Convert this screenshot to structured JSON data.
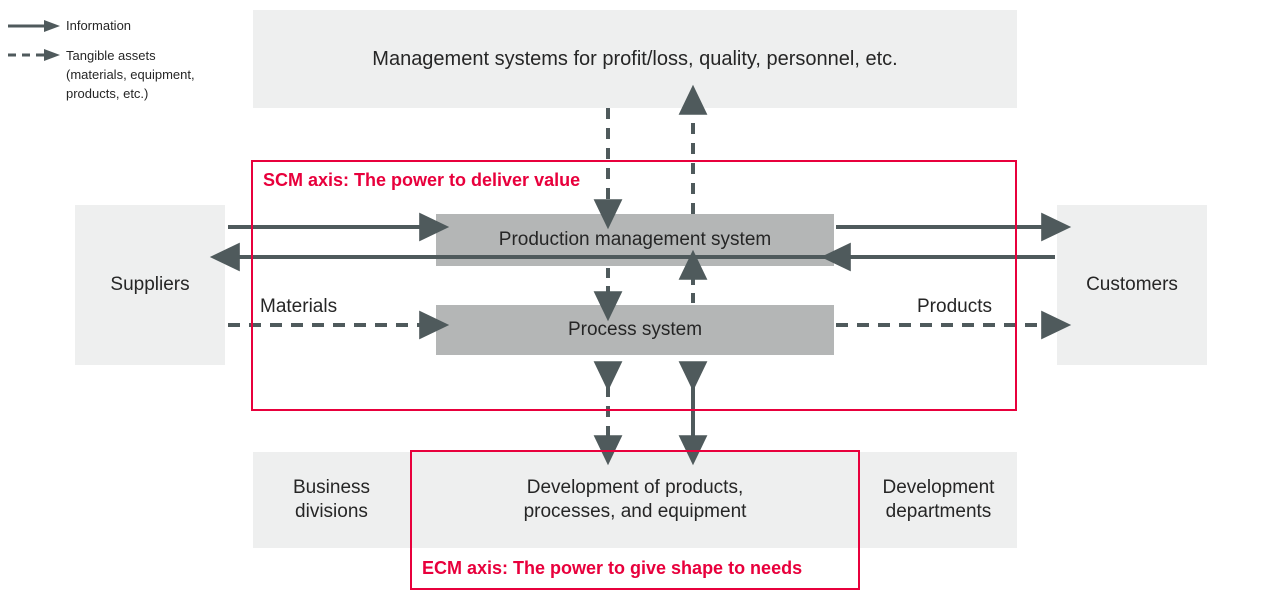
{
  "legend": {
    "items": [
      {
        "icon": "solid-arrow-icon",
        "label": "Information"
      },
      {
        "icon": "dashed-arrow-icon",
        "label": "Tangible assets",
        "label_line2": "(materials, equipment,",
        "label_line3": " products, etc.)"
      }
    ]
  },
  "diagram": {
    "top_bar": {
      "label": "Management systems for profit/loss, quality, personnel, etc."
    },
    "left_actor": {
      "label": "Suppliers"
    },
    "right_actor": {
      "label": "Customers"
    },
    "core": {
      "production": {
        "label": "Production management system"
      },
      "process": {
        "label": "Process system"
      }
    },
    "flow_captions": {
      "left": "Materials",
      "right": "Products"
    },
    "bottom_row": {
      "left": {
        "label": "Business\ndivisions",
        "line1": "Business",
        "line2": "divisions"
      },
      "center": {
        "line1": "Development of products,",
        "line2": "processes, and equipment"
      },
      "right": {
        "line1": "Development",
        "line2": "departments"
      }
    },
    "axes": {
      "scm": {
        "label": "SCM axis: The power to deliver value"
      },
      "ecm": {
        "label": "ECM axis: The power to give shape to needs"
      }
    }
  },
  "colors": {
    "accent_red": "#e8003c",
    "gray_light": "#eeefef",
    "gray_mid": "#b4b6b6",
    "arrow_gray": "#4f5a5c",
    "text": "#262626"
  }
}
